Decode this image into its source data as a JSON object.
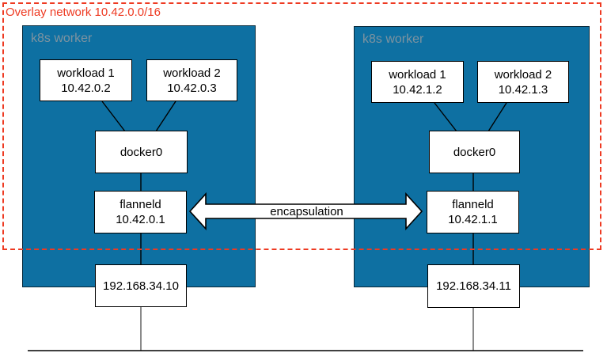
{
  "overlay": {
    "title": "Overlay network 10.42.0.0/16"
  },
  "arrow": {
    "label": "encapsulation"
  },
  "workers": [
    {
      "label": "k8s worker",
      "workloads": [
        {
          "name": "workload 1",
          "ip": "10.42.0.2"
        },
        {
          "name": "workload 2",
          "ip": "10.42.0.3"
        }
      ],
      "bridge": "docker0",
      "flannel": {
        "name": "flanneld",
        "ip": "10.42.0.1"
      },
      "host_ip": "192.168.34.10"
    },
    {
      "label": "k8s worker",
      "workloads": [
        {
          "name": "workload 1",
          "ip": "10.42.1.2"
        },
        {
          "name": "workload 2",
          "ip": "10.42.1.3"
        }
      ],
      "bridge": "docker0",
      "flannel": {
        "name": "flanneld",
        "ip": "10.42.1.1"
      },
      "host_ip": "192.168.34.11"
    }
  ],
  "colors": {
    "worker_fill": "#0e70a2",
    "overlay_stroke": "#ee3a22",
    "worker_label": "#7e93a0",
    "gray_line": "#8a8a8a"
  }
}
